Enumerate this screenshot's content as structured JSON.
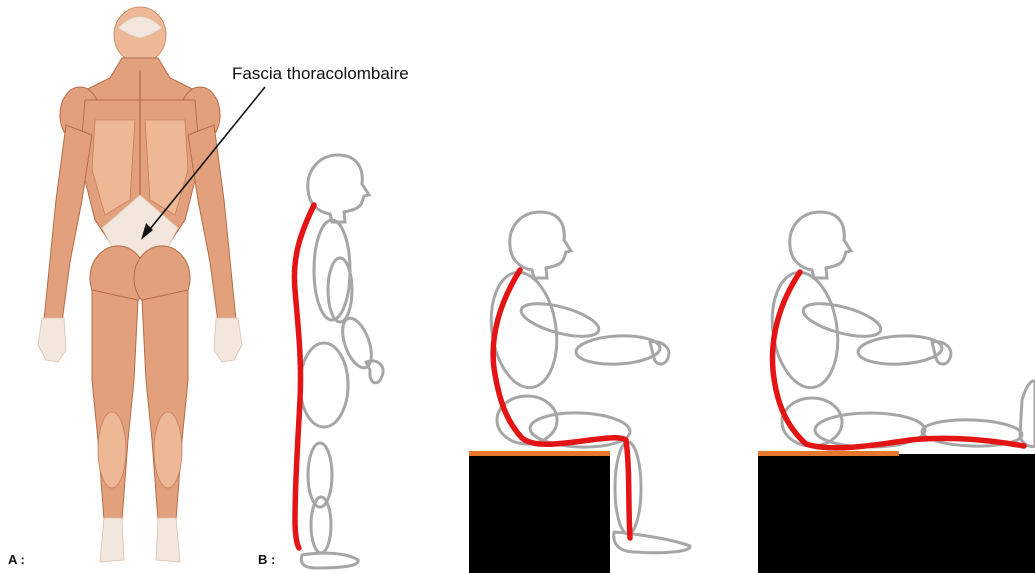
{
  "figure": {
    "annotation": "Fascia thoracolombaire",
    "panel_a_label": "A :",
    "panel_b_label": "B :"
  },
  "colors": {
    "fascia_line": "#e41414",
    "body_outline": "#a6a6a6",
    "seat_block": "#000000",
    "seat_top": "#e8772e",
    "muscle": "#e3a07c",
    "fascia_tissue": "#f3e6dc"
  },
  "postures": [
    "standing",
    "sitting-knees-bent",
    "sitting-legs-extended"
  ]
}
